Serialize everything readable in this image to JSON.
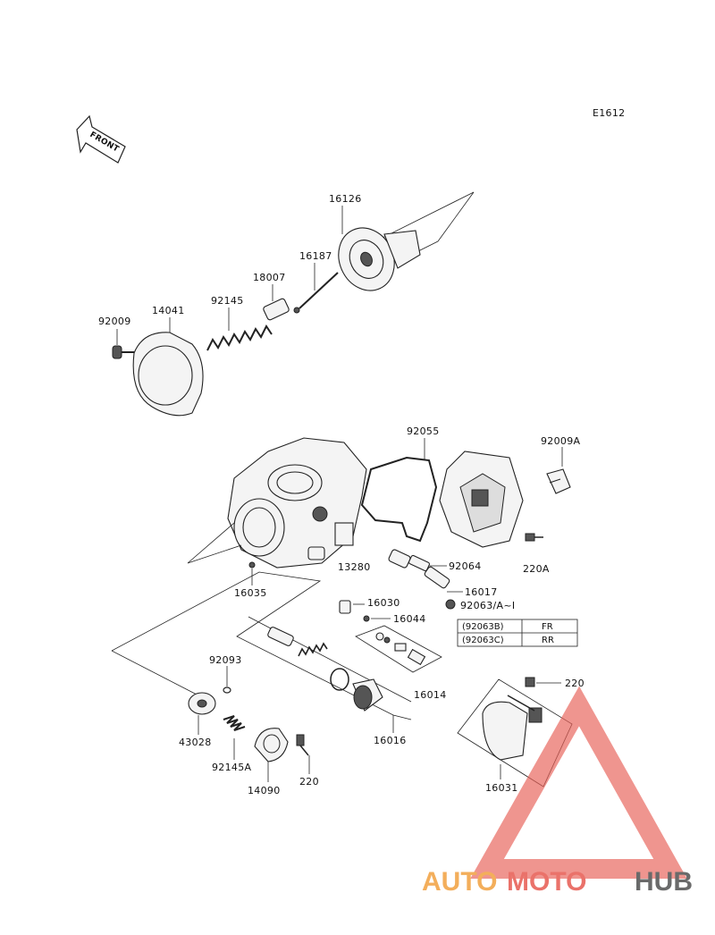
{
  "diagram_code": "E1612",
  "front_label": "FRONT",
  "parts": {
    "p16126": "16126",
    "p16187": "16187",
    "p18007": "18007",
    "p92145": "92145",
    "p14041": "14041",
    "p92009": "92009",
    "p92055": "92055",
    "p92009A": "92009A",
    "p13280": "13280",
    "p92064": "92064",
    "p220A": "220A",
    "p16017": "16017",
    "p92063": "92063/A~I",
    "p16035": "16035",
    "p16030": "16030",
    "p16044": "16044",
    "p92093": "92093",
    "p16014": "16014",
    "p220a": "220",
    "p43028": "43028",
    "p16016": "16016",
    "p92145A": "92145A",
    "p14090": "14090",
    "p220b": "220",
    "p16031": "16031"
  },
  "legend": [
    {
      "code": "(92063B)",
      "value": "FR"
    },
    {
      "code": "(92063C)",
      "value": "RR"
    }
  ],
  "watermark": {
    "part1": "AUTO",
    "part2": "MOTO",
    "part3": "HUB",
    "color1": "#f2a64a",
    "color2": "#e8635a",
    "color3": "#5a5a5a"
  }
}
